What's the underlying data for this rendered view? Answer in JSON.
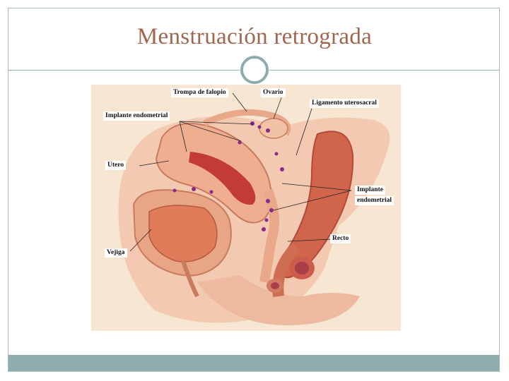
{
  "slide": {
    "title": "Menstruación retrograda"
  },
  "figure": {
    "labels": {
      "trompa": "Trompa de falopio",
      "ovario": "Ovario",
      "ligamento": "Ligamento uterosacral",
      "implante1": "Implante endometrial",
      "utero": "Utero",
      "implante2_line1": "Implante",
      "implante2_line2": "endometrial",
      "recto": "Recto",
      "vejiga": "Vejiga"
    }
  },
  "colors": {
    "title": "#a0664f",
    "accent": "#8eadae",
    "tissue_light": "#f2b79f",
    "tissue_dark": "#c45a45",
    "implant": "#8b2a8a"
  }
}
